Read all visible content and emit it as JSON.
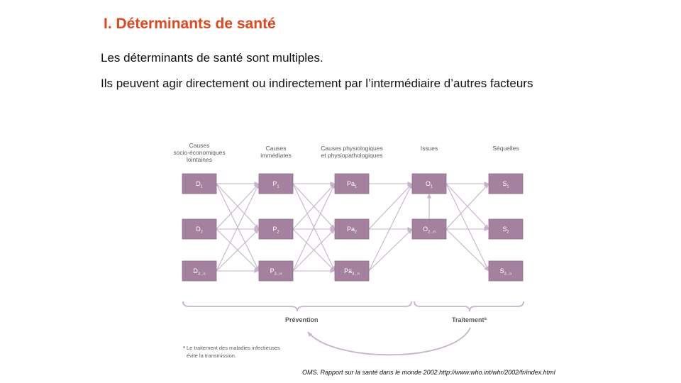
{
  "title": "I. Déterminants de santé",
  "paragraphs": [
    "Les déterminants de santé sont multiples.",
    "Ils peuvent agir directement ou indirectement par l’intermédiaire d’autres facteurs"
  ],
  "diagram": {
    "columns": [
      {
        "header": [
          "Causes",
          "socio-économiques",
          "lointaines"
        ],
        "nodes": [
          [
            "D",
            "1"
          ],
          [
            "D",
            "2"
          ],
          [
            "D",
            "3...n"
          ]
        ]
      },
      {
        "header": [
          "Causes",
          "immédiates"
        ],
        "nodes": [
          [
            "P",
            "1"
          ],
          [
            "P",
            "2"
          ],
          [
            "P",
            "3...n"
          ]
        ]
      },
      {
        "header": [
          "Causes physiologiques",
          "et physiopathologiques"
        ],
        "nodes": [
          [
            "Pa",
            "1"
          ],
          [
            "Pa",
            "2"
          ],
          [
            "Pa",
            "3...n"
          ]
        ]
      },
      {
        "header": [
          "Issues"
        ],
        "nodes": [
          [
            "O",
            "1"
          ],
          [
            "O",
            "2...n"
          ]
        ]
      },
      {
        "header": [
          "Séquelles"
        ],
        "nodes": [
          [
            "S",
            "1"
          ],
          [
            "S",
            "2"
          ],
          [
            "S",
            "3...n"
          ]
        ]
      }
    ],
    "prevention_label": "Prévention",
    "treatment_label": "Traitement",
    "treatment_mark": "a",
    "footnote_mark": "a",
    "footnote": [
      "Le traitement des maladies infectieuses",
      "évite la transmission."
    ]
  },
  "citation": "OMS. Rapport sur la santé dans le monde 2002.http://www.who.int/whr/2002/fr/index.html",
  "colors": {
    "title": "#e1461e",
    "node_fill": "#a4819f",
    "node_text": "#ffffff",
    "node_stroke": "#8f6f8a",
    "arrow": "#c7b3cb",
    "diagram_text": "#5a5a5a"
  }
}
